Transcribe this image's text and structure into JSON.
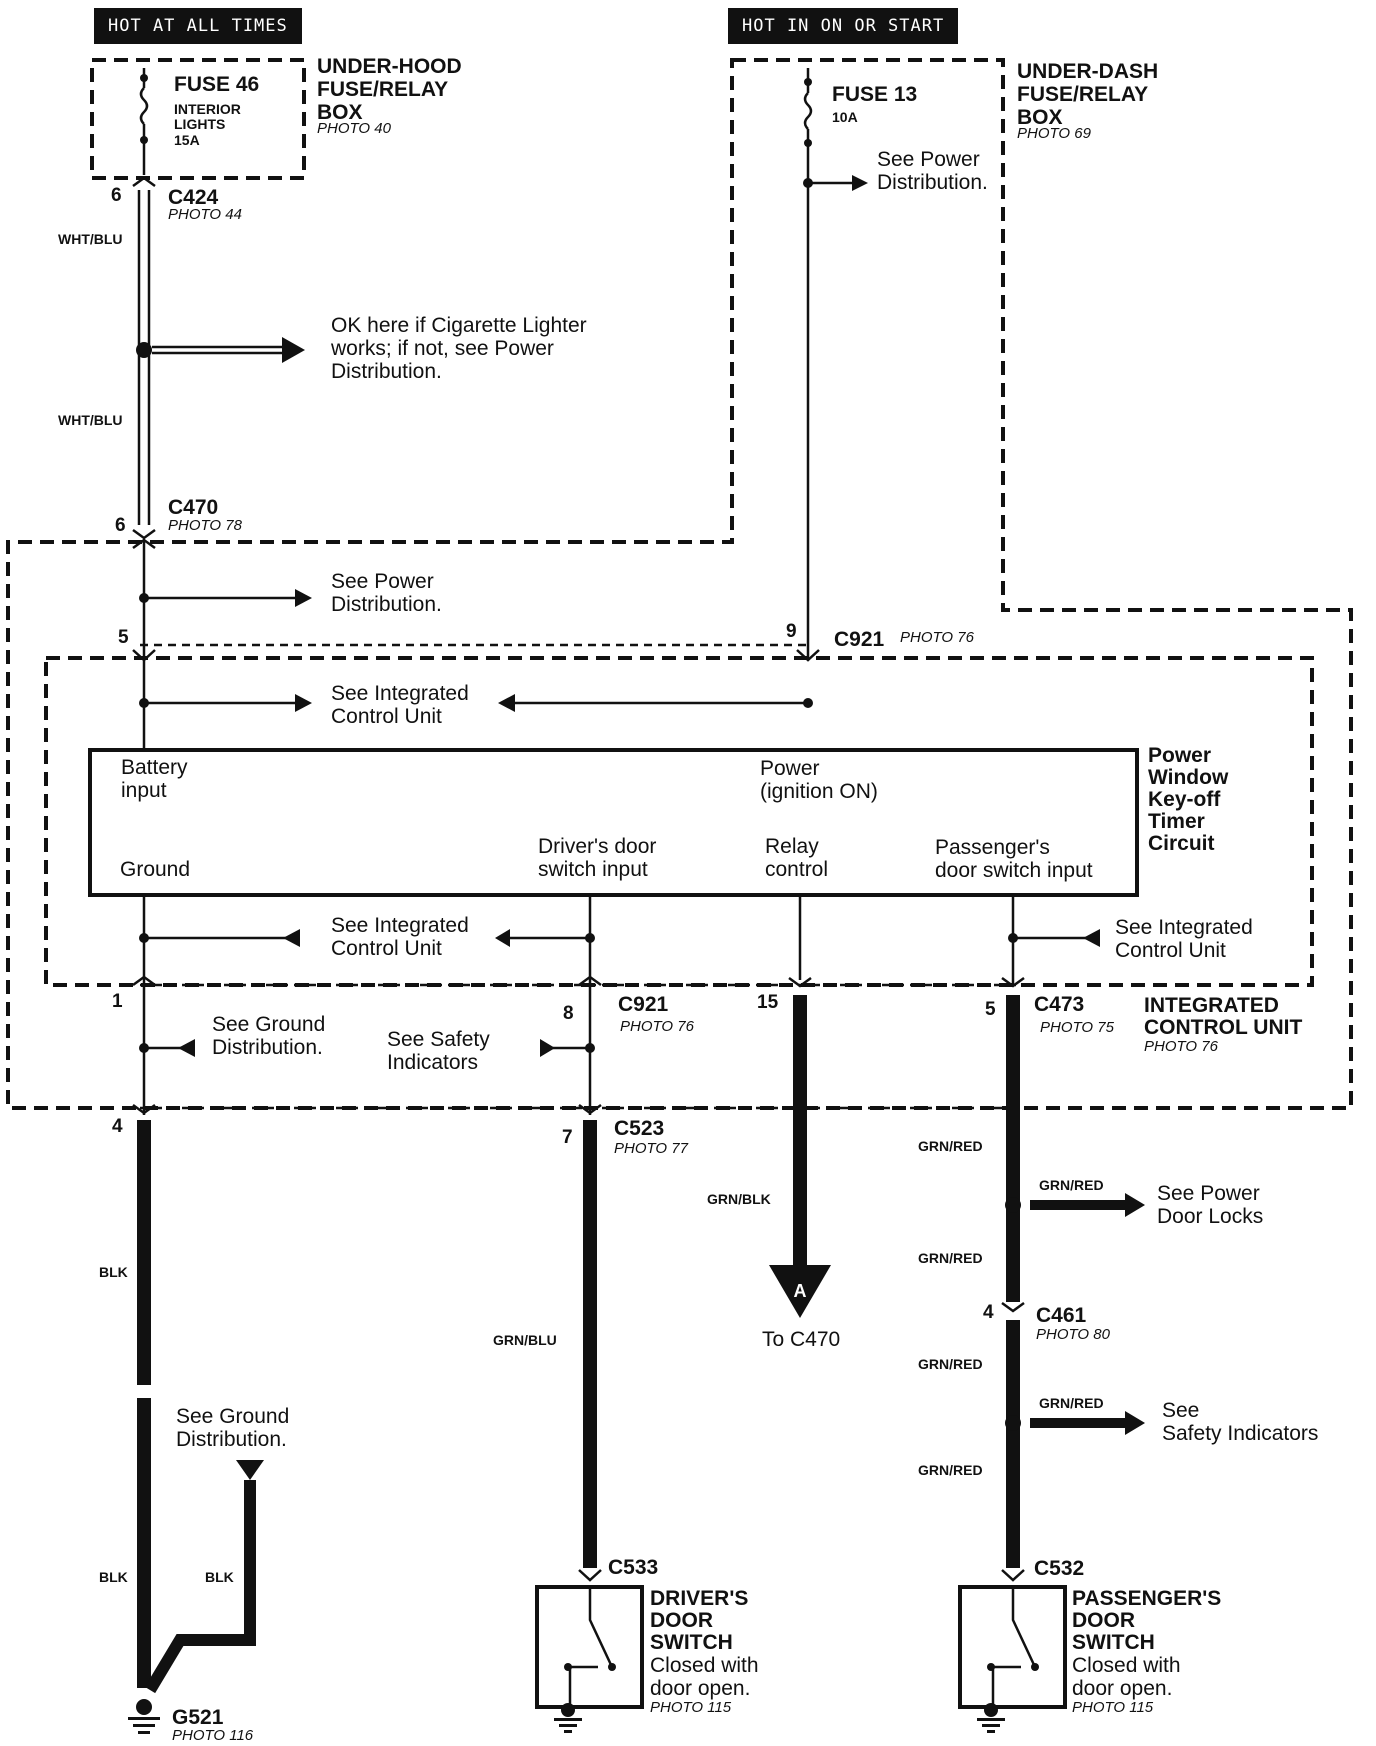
{
  "headers": {
    "hot_at_all_times": "HOT AT ALL TIMES",
    "hot_in_on_or_start": "HOT IN ON OR START"
  },
  "underhood_box": {
    "fuse": "FUSE 46",
    "fuse_desc": "INTERIOR\nLIGHTS\n15A",
    "title": "UNDER-HOOD\nFUSE/RELAY\nBOX",
    "photo": "PHOTO 40"
  },
  "underdash_box": {
    "fuse": "FUSE 13",
    "rating": "10A",
    "see_power": "See Power\nDistribution.",
    "title": "UNDER-DASH\nFUSE/RELAY\nBOX",
    "photo": "PHOTO 69"
  },
  "connectors": {
    "c424": {
      "name": "C424",
      "photo": "PHOTO 44",
      "pin": "6"
    },
    "c470": {
      "name": "C470",
      "photo": "PHOTO 78",
      "pin": "6"
    },
    "c921_top": {
      "name": "C921",
      "photo": "PHOTO 76",
      "pin_left": "5",
      "pin_right": "9"
    },
    "c921_bot": {
      "name": "C921",
      "photo": "PHOTO 76",
      "pin_gnd": "1",
      "pin_drv": "8",
      "pin_relay": "15"
    },
    "c473": {
      "name": "C473",
      "photo": "PHOTO 75",
      "pin": "5"
    },
    "c523": {
      "name": "C523",
      "photo": "PHOTO 77",
      "pin_gnd": "4",
      "pin_drv": "7"
    },
    "c461": {
      "name": "C461",
      "photo": "PHOTO 80",
      "pin": "4"
    },
    "c533": {
      "name": "C533"
    },
    "c532": {
      "name": "C532"
    },
    "g521": {
      "name": "G521",
      "photo": "PHOTO 116"
    }
  },
  "wires": {
    "wht_blu": "WHT/BLU",
    "blk": "BLK",
    "grn_blu": "GRN/BLU",
    "grn_blk": "GRN/BLK",
    "grn_red": "GRN/RED"
  },
  "notes": {
    "cig_lighter": "OK here if Cigarette Lighter\nworks; if not, see Power\nDistribution.",
    "see_power_dist": "See Power\nDistribution.",
    "see_icu_top": "See Integrated\nControl Unit",
    "see_icu_bot_left": "See Integrated\nControl Unit",
    "see_icu_bot_right": "See Integrated\nControl Unit",
    "see_ground_dist_top": "See Ground\nDistribution.",
    "see_safety_ind": "See Safety\nIndicators",
    "see_power_door_locks": "See Power\nDoor Locks",
    "see_safety_ind_right": "See\nSafety Indicators",
    "see_ground_dist_bot": "See Ground\nDistribution.",
    "to_c470": "To C470",
    "arrow_letter": "A"
  },
  "module": {
    "battery_input": "Battery\ninput",
    "power_ign": "Power\n(ignition ON)",
    "ground": "Ground",
    "driver_door_input": "Driver's door\nswitch input",
    "relay_control": "Relay\ncontrol",
    "passenger_door_input": "Passenger's\ndoor switch input",
    "circuit_name": "Power\nWindow\nKey-off\nTimer\nCircuit",
    "icu_title": "INTEGRATED\nCONTROL UNIT",
    "icu_photo": "PHOTO 76"
  },
  "driver_switch": {
    "title": "DRIVER'S\nDOOR\nSWITCH",
    "desc": "Closed with\ndoor open.",
    "photo": "PHOTO 115"
  },
  "passenger_switch": {
    "title": "PASSENGER'S\nDOOR\nSWITCH",
    "desc": "Closed with\ndoor open.",
    "photo": "PHOTO 115"
  }
}
